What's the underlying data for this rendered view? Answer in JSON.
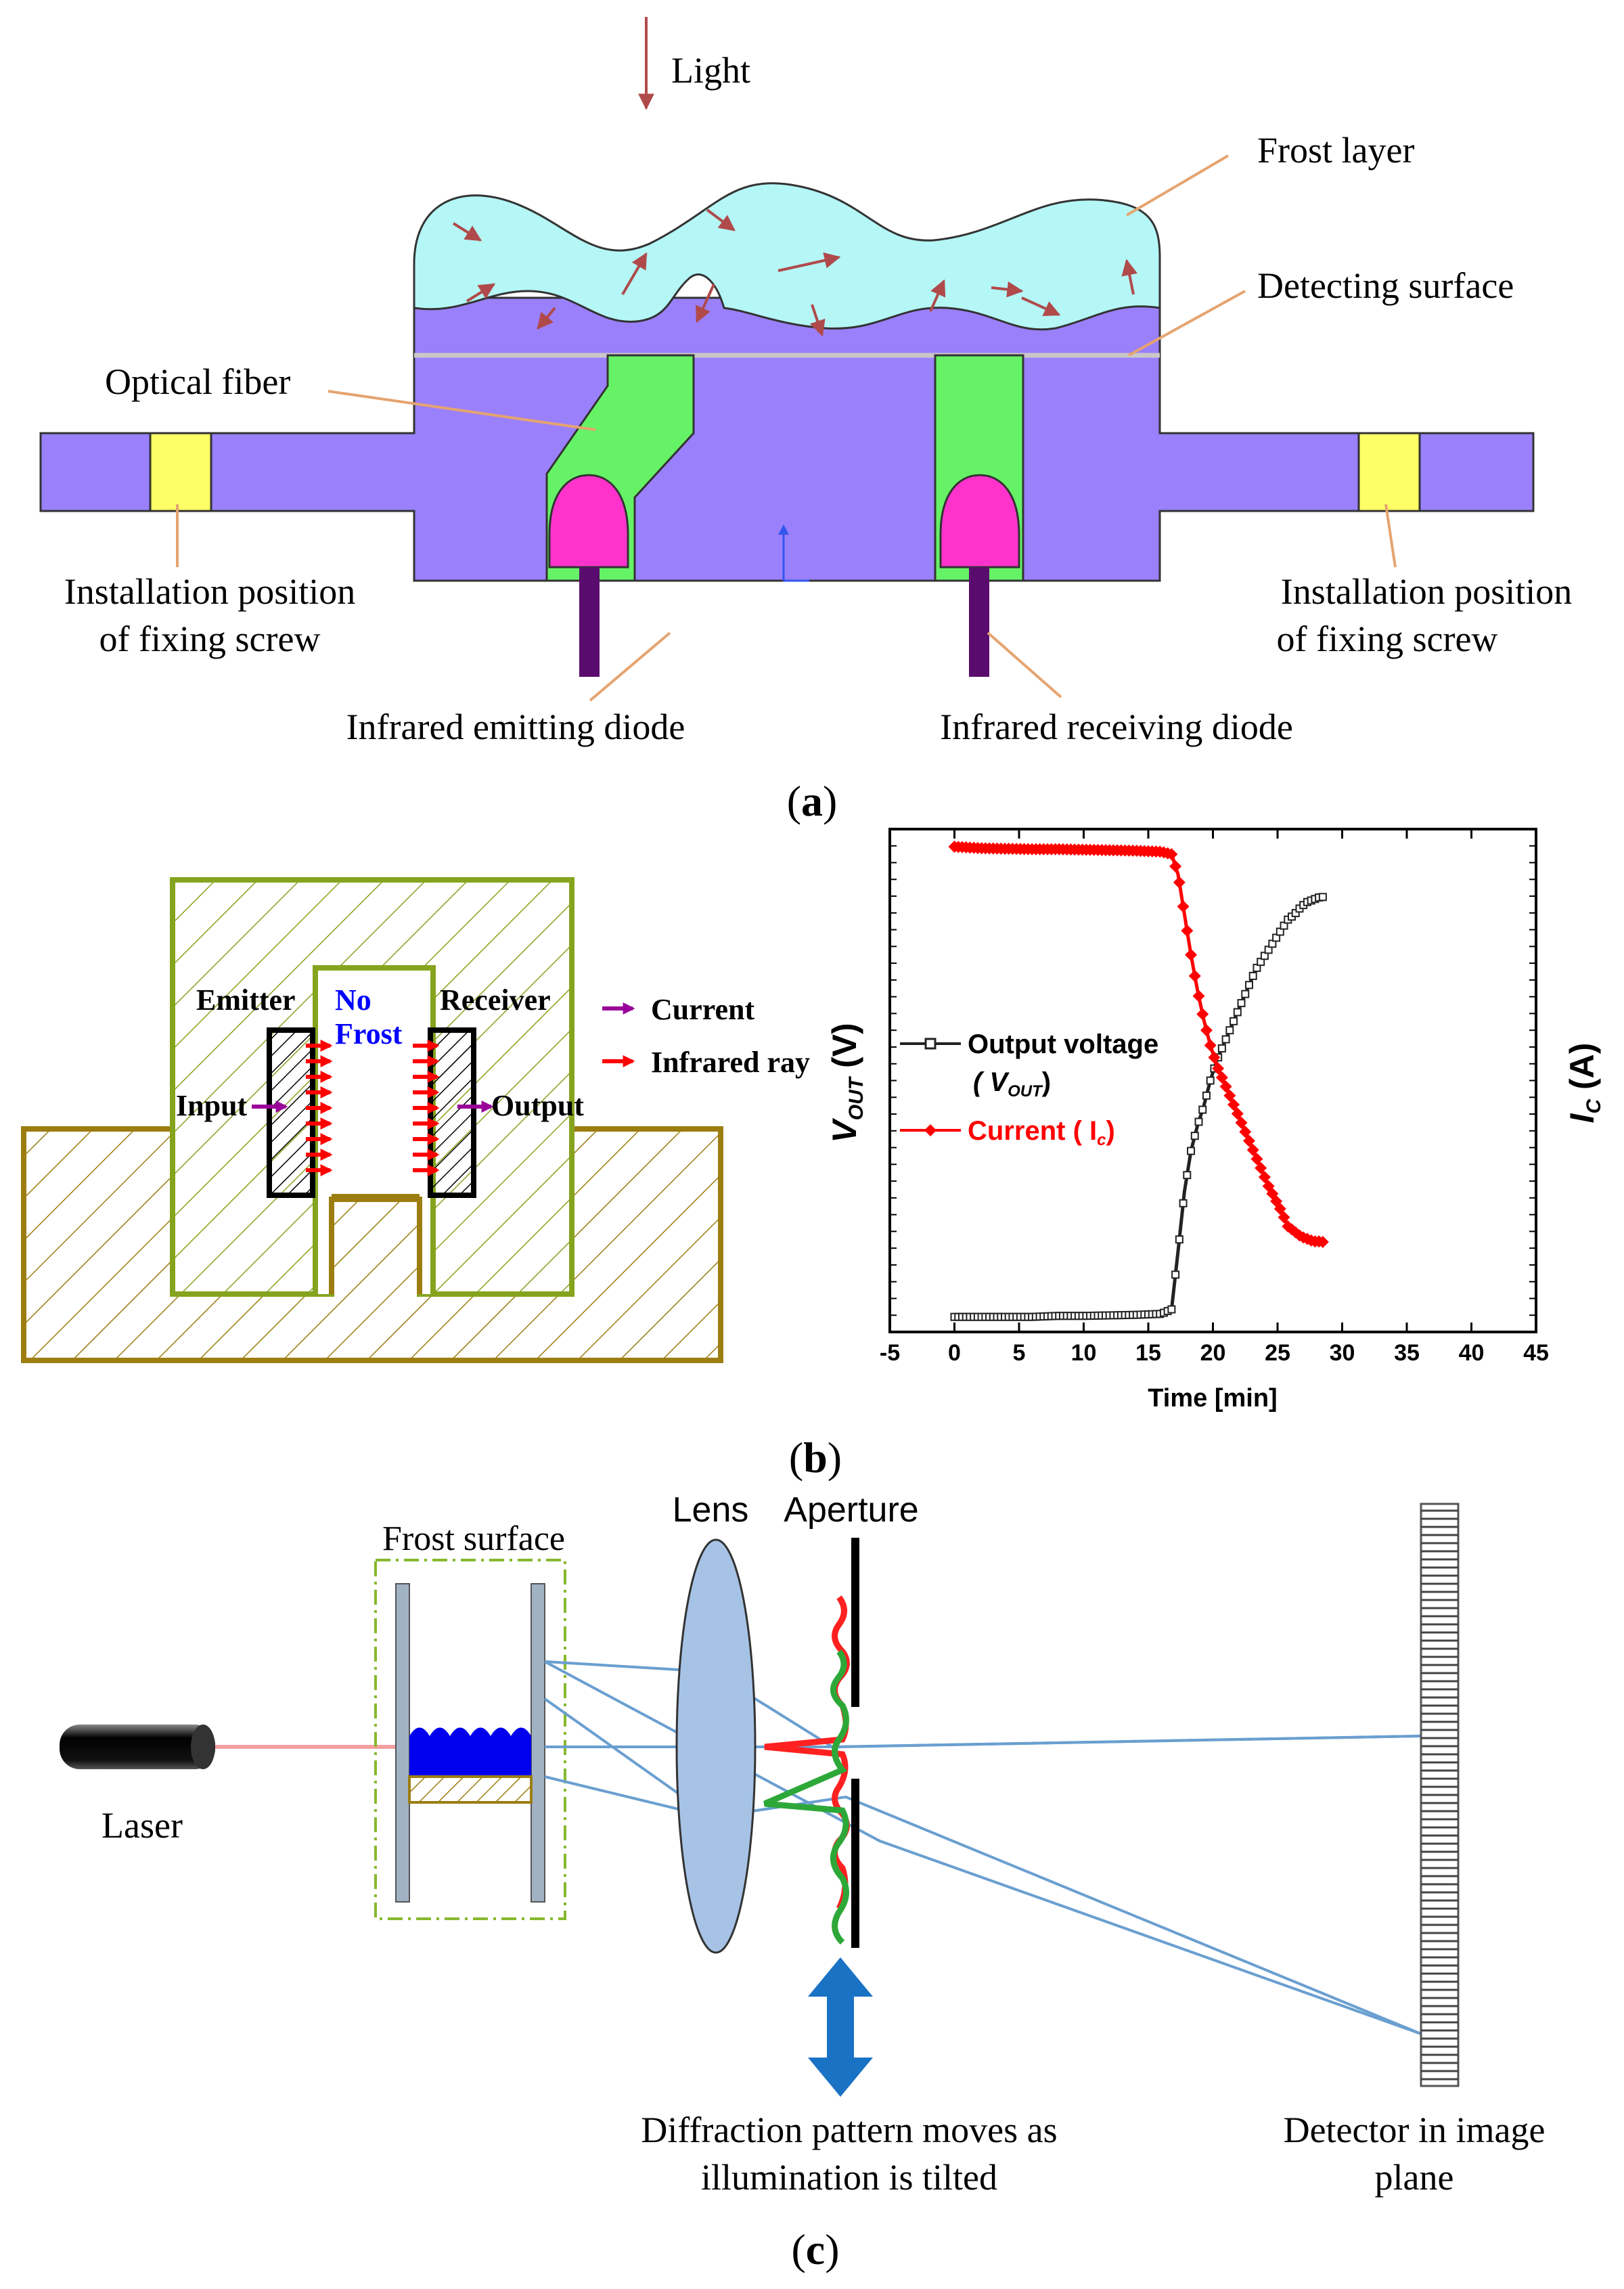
{
  "colors": {
    "body": "#9a80fb",
    "frost": "#b5f6f6",
    "fiber": "#66f266",
    "diode": "#ff33cc",
    "diode_leg": "#5a0c6e",
    "screw": "#ffff66",
    "leader": "#e5a470",
    "arrow": "#b04a4a",
    "case_green": "#86a31e",
    "base_brown": "#9c7d10",
    "voltage": "#222222",
    "current": "#ff0000",
    "blue_line": "#6a9fd0",
    "lens": "#a6c3e6",
    "frost_wave": "#0000ee",
    "tilt_arrow": "#1a72c4"
  },
  "panel_a": {
    "light_label": "Light",
    "frost_layer_label": "Frost layer",
    "detecting_surface_label": "Detecting surface",
    "optical_fiber_label": "Optical fiber",
    "screw_left_line1": "Installation position",
    "screw_left_line2": "of fixing screw",
    "screw_right_line1": "Installation position",
    "screw_right_line2": "of fixing screw",
    "emitting_diode_label": "Infrared emitting diode",
    "receiving_diode_label": "Infrared receiving diode",
    "caption_open": "(",
    "caption_letter": "a",
    "caption_close": ")"
  },
  "panel_b": {
    "emitter_label": "Emitter",
    "no_label": "No",
    "frost_label": "Frost",
    "receiver_label": "Receiver",
    "input_label": "Input",
    "output_label": "Output",
    "legend_current": "Current",
    "legend_infrared": "Infrared ray",
    "caption_open": "(",
    "caption_letter": "b",
    "caption_close": ")"
  },
  "chart_data": {
    "type": "line",
    "xlabel": "Time [min]",
    "ylabel_left": "V",
    "ylabel_left_sub": "OUT",
    "ylabel_left_unit": " (V)",
    "ylabel_right": "I",
    "ylabel_right_sub": "C",
    "ylabel_right_unit": " (A)",
    "xlim": [
      -5,
      45
    ],
    "x_ticks": [
      -5,
      0,
      5,
      10,
      15,
      20,
      25,
      30,
      35,
      40,
      45
    ],
    "ylim": [
      0,
      1
    ],
    "y_ticks_shown": false,
    "legend": {
      "voltage_line1": "Output voltage",
      "voltage_line2_open": "( V",
      "voltage_line2_sub": "OUT",
      "voltage_line2_close": ")",
      "current_text": "Current ( I",
      "current_sub": "c",
      "current_close": ")"
    },
    "series": [
      {
        "key": "voltage",
        "x": [
          0,
          2,
          4,
          6,
          8,
          10,
          12,
          14,
          16,
          16.8,
          17.3,
          17.8,
          18.3,
          18.8,
          19.3,
          19.8,
          20.3,
          20.8,
          21.3,
          21.8,
          22.3,
          22.8,
          23.3,
          23.8,
          24.3,
          24.8,
          25.3,
          25.8,
          26.3,
          26.8,
          27.3,
          27.8,
          28.3,
          28.7
        ],
        "values": [
          0.03,
          0.03,
          0.03,
          0.03,
          0.032,
          0.032,
          0.033,
          0.034,
          0.036,
          0.045,
          0.16,
          0.28,
          0.36,
          0.41,
          0.45,
          0.5,
          0.54,
          0.57,
          0.6,
          0.63,
          0.66,
          0.69,
          0.72,
          0.74,
          0.76,
          0.78,
          0.8,
          0.82,
          0.83,
          0.845,
          0.855,
          0.86,
          0.865,
          0.865
        ]
      },
      {
        "key": "current",
        "x": [
          0,
          2,
          4,
          6,
          8,
          10,
          12,
          14,
          16,
          16.8,
          17.3,
          17.8,
          18.3,
          18.8,
          19.3,
          19.8,
          20.3,
          20.8,
          21.3,
          21.8,
          22.3,
          22.8,
          23.3,
          23.8,
          24.3,
          24.8,
          25.3,
          25.8,
          26.3,
          26.8,
          27.3,
          27.8,
          28.3,
          28.7
        ],
        "values": [
          0.965,
          0.962,
          0.961,
          0.96,
          0.96,
          0.959,
          0.958,
          0.957,
          0.955,
          0.95,
          0.91,
          0.83,
          0.75,
          0.68,
          0.62,
          0.57,
          0.53,
          0.5,
          0.47,
          0.44,
          0.41,
          0.38,
          0.35,
          0.32,
          0.29,
          0.265,
          0.24,
          0.21,
          0.2,
          0.19,
          0.185,
          0.18,
          0.18,
          0.178
        ]
      }
    ]
  },
  "panel_c": {
    "lens_label": "Lens",
    "aperture_label": "Aperture",
    "frost_surface_label": "Frost surface",
    "laser_label": "Laser",
    "diffraction_line1": "Diffraction pattern moves as",
    "diffraction_line2": "illumination is tilted",
    "detector_line1": "Detector in image",
    "detector_line2": "plane",
    "caption_open": "(",
    "caption_letter": "c",
    "caption_close": ")"
  }
}
